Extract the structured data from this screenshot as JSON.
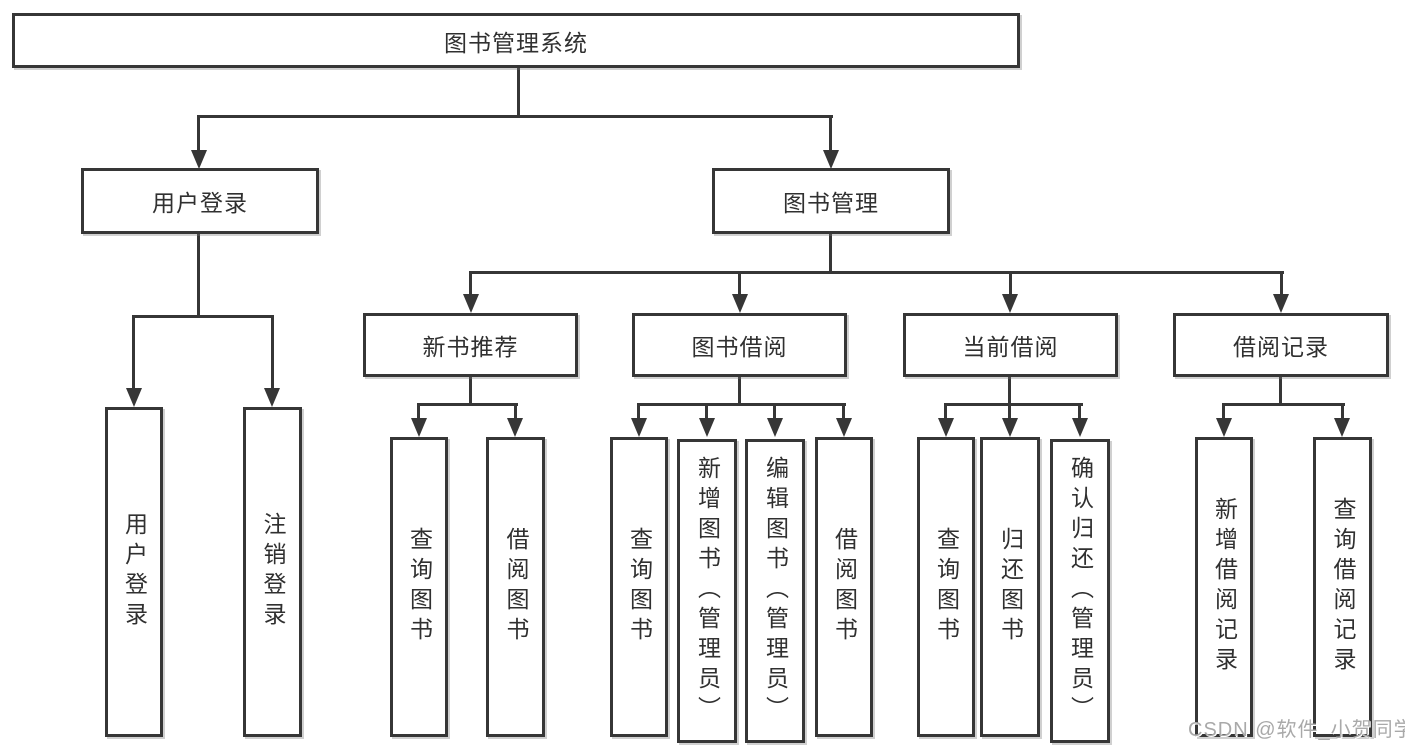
{
  "page": {
    "background": "#ffffff"
  },
  "colors": {
    "line": "#363636",
    "box_border": "#363636",
    "text": "#303030",
    "watermark": "#a9a9a9"
  },
  "tree": {
    "root": {
      "label": "图书管理系统"
    },
    "user_branch": {
      "label": "用户登录",
      "children": [
        {
          "label": "用户登录"
        },
        {
          "label": "注销登录"
        }
      ]
    },
    "mgmt_branch": {
      "label": "图书管理",
      "sections": [
        {
          "label": "新书推荐",
          "children": [
            {
              "label": "查询图书"
            },
            {
              "label": "借阅图书"
            }
          ]
        },
        {
          "label": "图书借阅",
          "children": [
            {
              "label": "查询图书"
            },
            {
              "label": "新增图书（管理员）"
            },
            {
              "label": "编辑图书（管理员）"
            },
            {
              "label": "借阅图书"
            }
          ]
        },
        {
          "label": "当前借阅",
          "children": [
            {
              "label": "查询图书"
            },
            {
              "label": "归还图书"
            },
            {
              "label": "确认归还（管理员）"
            }
          ]
        },
        {
          "label": "借阅记录",
          "children": [
            {
              "label": "新增借阅记录"
            },
            {
              "label": "查询借阅记录"
            }
          ]
        }
      ]
    }
  },
  "watermark": {
    "text": "CSDN @软件_小贺同学"
  }
}
